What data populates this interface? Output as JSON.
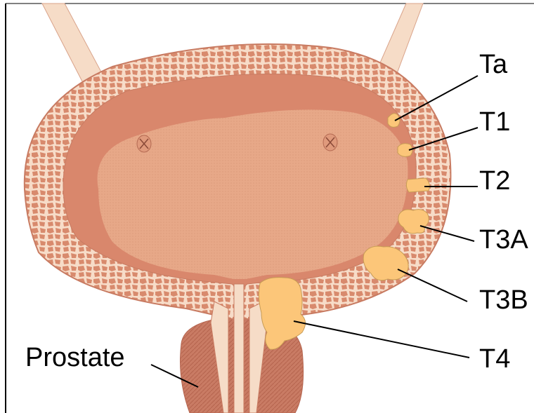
{
  "diagram": {
    "labels": {
      "ta": "Ta",
      "t1": "T1",
      "t2": "T2",
      "t3a": "T3A",
      "t3b": "T3B",
      "t4": "T4",
      "prostate": "Prostate"
    },
    "colors": {
      "wall": "#e2a189",
      "wall_light": "#f7dcc8",
      "lumen": "#d9876c",
      "mucosa": "#e39e7f",
      "tumor": "#fcc679",
      "prostate": "#c97b64",
      "urethra": "#f6dcc7",
      "frame": "#000000"
    }
  }
}
